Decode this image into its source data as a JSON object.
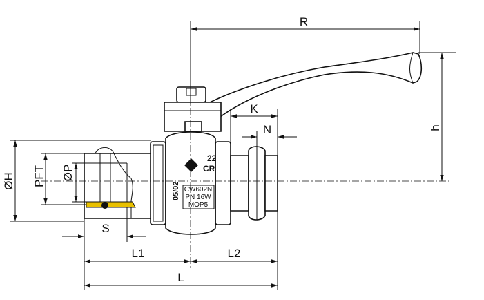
{
  "dimensions": {
    "R": "R",
    "h": "h",
    "K": "K",
    "N": "N",
    "OH": "ØH",
    "PFT": "PFT",
    "OP": "ØP",
    "S": "S",
    "L1": "L1",
    "L2": "L2",
    "L": "L"
  },
  "markings": {
    "size": "22",
    "type": "CR",
    "date": "05/02",
    "material": "CW602N",
    "pressure": "PN 16W",
    "mop": "MOP5"
  },
  "colors": {
    "line": "#111111",
    "seal": "#e8c000"
  }
}
